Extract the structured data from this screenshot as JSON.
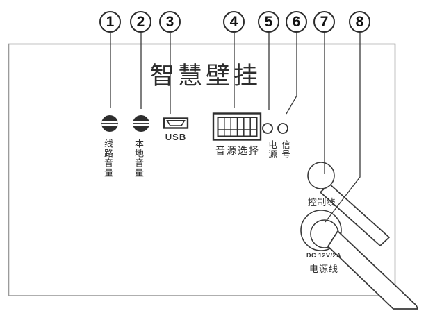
{
  "diagram": {
    "title": "智慧壁挂",
    "callout_numbers": [
      "1",
      "2",
      "3",
      "4",
      "5",
      "6",
      "7",
      "8"
    ],
    "labels": {
      "line_volume": "线路音量",
      "local_volume": "本地音量",
      "usb": "USB",
      "audio_source_select": "音源选择",
      "power_led": "电源",
      "signal_led": "信号",
      "control_cable": "控制线",
      "power_rating": "DC 12V/2A",
      "power_cable": "电源线"
    },
    "colors": {
      "line": "#2e2e2e",
      "panel_border": "#9b9b9b",
      "background": "#ffffff"
    }
  }
}
